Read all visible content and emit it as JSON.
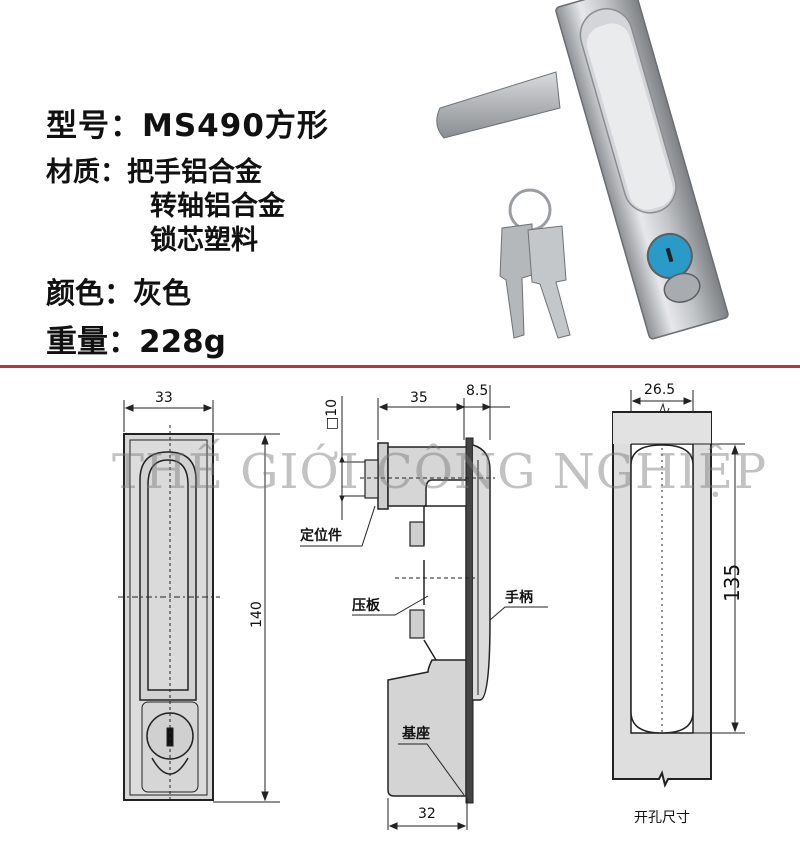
{
  "specs": {
    "model_label": "型号：",
    "model_value": "MS490方形",
    "material_label": "材质：",
    "material_values": [
      "把手铝合金",
      "转轴铝合金",
      "锁芯塑料"
    ],
    "color_label": "颜色：",
    "color_value": "灰色",
    "weight_label": "重量：",
    "weight_value": "228g"
  },
  "product_photo": {
    "description": "Gray aluminum square panel handle lock with blue key cylinder and two keys on a ring",
    "cylinder_color": "#2a9ac9"
  },
  "divider_color": "#b8333d",
  "watermark": "THẾ GIỚI CÔNG NGHIỆP",
  "front_view": {
    "width_dim": "33",
    "height_dim": "140"
  },
  "side_view": {
    "square_dim": "□10",
    "depth_dim": "35",
    "handle_dim": "8.5",
    "base_dim": "32",
    "labels": {
      "positioning": "定位件",
      "pressure_plate": "压板",
      "handle": "手柄",
      "base": "基座"
    }
  },
  "cutout_view": {
    "width_dim": "26.5",
    "height_dim": "135",
    "caption": "开孔尺寸"
  }
}
